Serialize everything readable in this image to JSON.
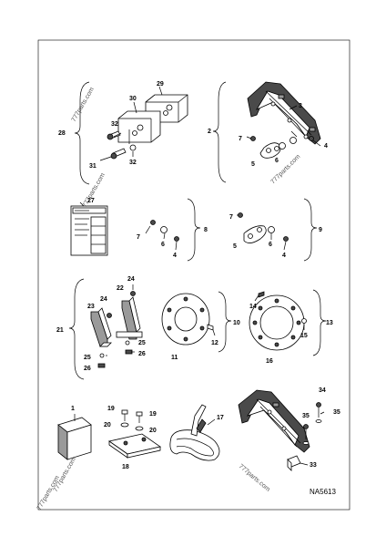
{
  "figure_ref": "NA5613",
  "watermarks": [
    "777parts.com",
    "777parts.com",
    "777parts.com",
    "777parts.com",
    "777parts.com",
    "777parts.com"
  ],
  "callouts": {
    "c28": "28",
    "c29": "29",
    "c30": "30",
    "c32a": "32",
    "c31": "31",
    "c32b": "32",
    "c2": "2",
    "c3": "3",
    "c7a": "7",
    "c4a": "4",
    "c5a": "5",
    "c6a": "6",
    "c27": "27",
    "c7b": "7",
    "c6b": "6",
    "c4b": "4",
    "c8": "8",
    "c7c": "7",
    "c5b": "5",
    "c6c": "6",
    "c4c": "4",
    "c9": "9",
    "c24a": "24",
    "c22": "22",
    "c23": "23",
    "c24b": "24",
    "c21": "21",
    "c25a": "25",
    "c25b": "25",
    "c26a": "26",
    "c26b": "26",
    "c10": "10",
    "c11": "11",
    "c12": "12",
    "c14": "14",
    "c13": "13",
    "c15": "15",
    "c16": "16",
    "c1": "1",
    "c19a": "19",
    "c19b": "19",
    "c20a": "20",
    "c20b": "20",
    "c18": "18",
    "c17": "17",
    "c34": "34",
    "c35a": "35",
    "c35b": "35",
    "c33": "33"
  }
}
